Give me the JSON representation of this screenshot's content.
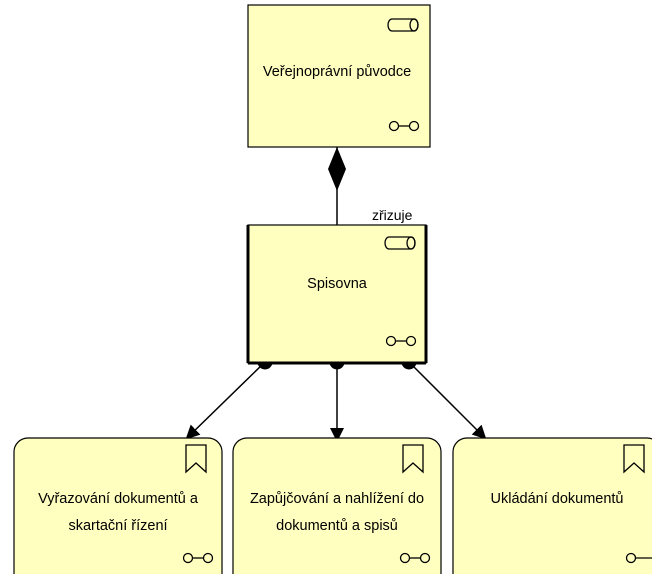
{
  "colors": {
    "node_fill": "#ffffc0",
    "line": "#000000",
    "background": "#ffffff"
  },
  "nodes": {
    "originator": {
      "label": "Veřejnoprávní původce",
      "kind": "business-role",
      "icons": [
        "role-icon",
        "junction-icon"
      ]
    },
    "registry": {
      "label": "Spisovna",
      "kind": "business-role",
      "icons": [
        "role-icon",
        "junction-icon"
      ]
    },
    "process_1": {
      "label_lines": [
        "Vyřazování dokumentů a",
        "skartační řízení"
      ],
      "kind": "business-event",
      "icons": [
        "event-icon",
        "junction-icon"
      ]
    },
    "process_2": {
      "label_lines": [
        "Zapůjčování a nahlížení do",
        "dokumentů a spisů"
      ],
      "kind": "business-event",
      "icons": [
        "event-icon",
        "junction-icon"
      ]
    },
    "process_3": {
      "label_lines": [
        "Ukládání dokumentů"
      ],
      "kind": "business-event",
      "icons": [
        "event-icon",
        "junction-icon"
      ]
    }
  },
  "relationships": [
    {
      "from": "originator",
      "to": "registry",
      "type": "composition",
      "label": "zřizuje"
    },
    {
      "from": "registry",
      "to": "process_1",
      "type": "assignment",
      "label": ""
    },
    {
      "from": "registry",
      "to": "process_2",
      "type": "assignment",
      "label": ""
    },
    {
      "from": "registry",
      "to": "process_3",
      "type": "assignment",
      "label": ""
    }
  ]
}
